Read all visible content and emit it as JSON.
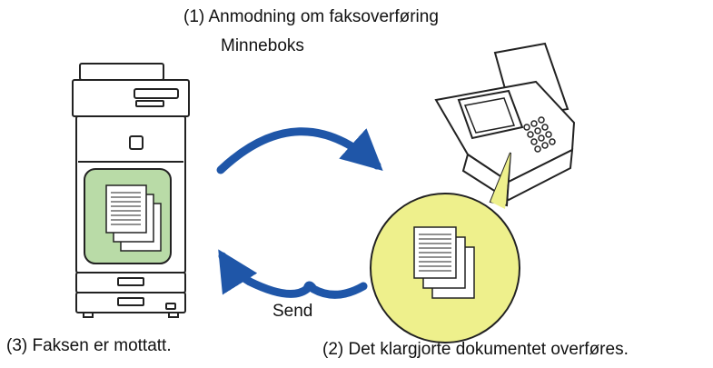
{
  "labels": {
    "step1_line1": "(1) Anmodning om faksoverføring",
    "step1_line2": "Minneboks",
    "step2": "(2) Det klargjorte dokumentet overføres.",
    "step3": "(3) Faksen er mottatt.",
    "send": "Send"
  },
  "colors": {
    "arrow": "#1f56a8",
    "machine_green": "#b9dba7",
    "fax_yellow": "#eef08c",
    "outline": "#222222"
  },
  "icons": [
    "multifunction-printer-icon",
    "fax-machine-icon",
    "document-stack-icon",
    "curved-arrow-icon"
  ]
}
